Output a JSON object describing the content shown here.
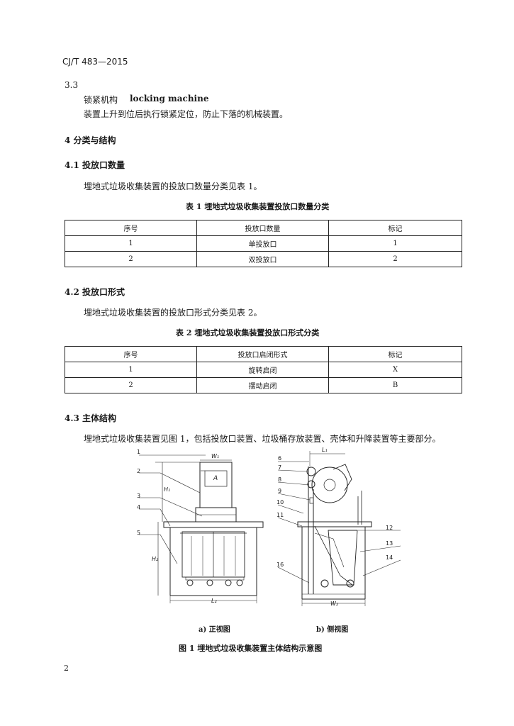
{
  "header": {
    "code": "CJ/T 483—2015"
  },
  "s33": {
    "num": "3.3",
    "term": "锁紧机构",
    "term_en": "locking machine",
    "definition": "装置上升到位后执行锁紧定位，防止下落的机械装置。"
  },
  "s4": {
    "heading": "4   分类与结构"
  },
  "s41": {
    "heading": "4.1   投放口数量",
    "para": "埋地式垃圾收集装置的投放口数量分类见表 1。",
    "table_title": "表 1   埋地式垃圾收集装置投放口数量分类",
    "table": {
      "headers": [
        "序号",
        "投放口数量",
        "标记"
      ],
      "rows": [
        [
          "1",
          "单投放口",
          "1"
        ],
        [
          "2",
          "双投放口",
          "2"
        ]
      ]
    }
  },
  "s42": {
    "heading": "4.2   投放口形式",
    "para": "埋地式垃圾收集装置的投放口形式分类见表 2。",
    "table_title": "表 2   埋地式垃圾收集装置投放口形式分类",
    "table": {
      "headers": [
        "序号",
        "投放口启闭形式",
        "标记"
      ],
      "rows": [
        [
          "1",
          "旋转启闭",
          "X"
        ],
        [
          "2",
          "摆动启闭",
          "B"
        ]
      ]
    }
  },
  "s43": {
    "heading": "4.3   主体结构",
    "para": "埋地式垃圾收集装置见图 1，包括投放口装置、垃圾桶存放装置、壳体和升降装置等主要部分。"
  },
  "figure": {
    "caption_a": "a)   正视图",
    "caption_b": "b)   侧视图",
    "caption": "图 1   埋地式垃圾收集装置主体结构示意图",
    "front_labels": [
      "1",
      "2",
      "3",
      "4",
      "5"
    ],
    "side_labels": [
      "6",
      "7",
      "8",
      "9",
      "10",
      "11",
      "12",
      "13",
      "14",
      "16"
    ],
    "dims": {
      "W1": "W₁",
      "A": "A",
      "H1": "H₁",
      "H2": "H₂",
      "L2": "L₂",
      "L1": "L₁",
      "W2": "W₂"
    }
  },
  "footer": {
    "page": "2"
  }
}
